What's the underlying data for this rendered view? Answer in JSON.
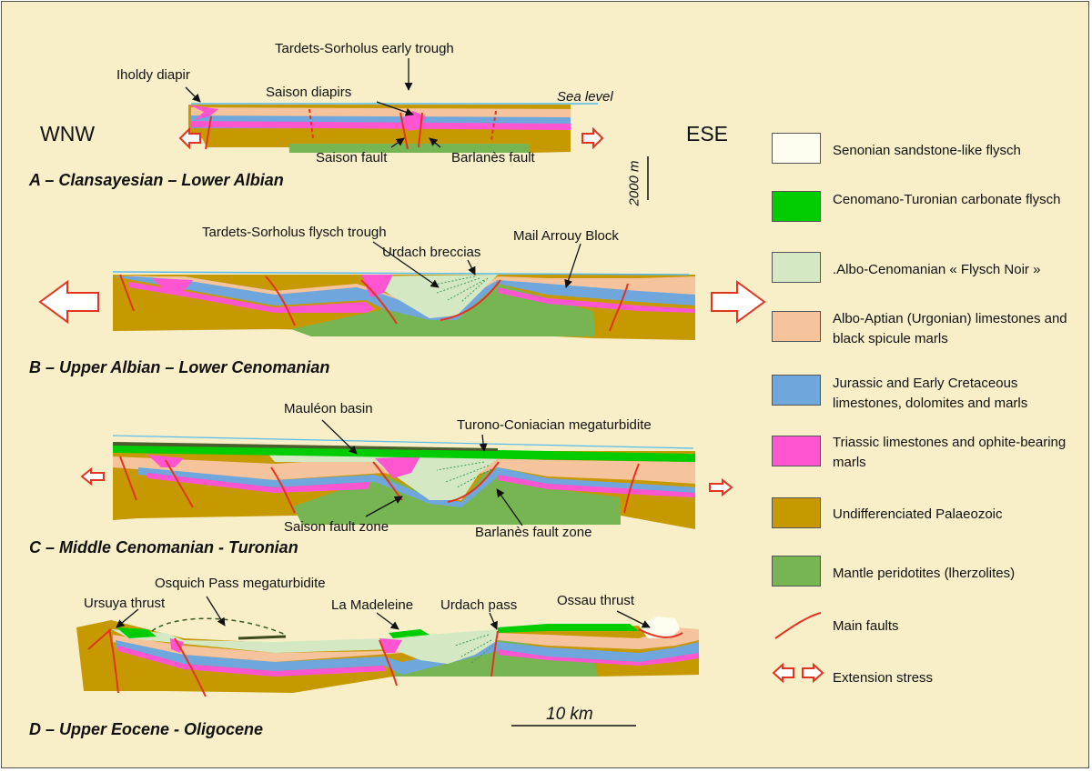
{
  "colors": {
    "senonian": "#fffdf0",
    "cenomano_turonian": "#00cc00",
    "flysch_noir": "#d4e8c4",
    "albo_aptian": "#f5c39c",
    "jurassic": "#6fa6dc",
    "triassic": "#ff55d0",
    "palaeozoic": "#c79900",
    "mantle": "#77b552",
    "fault": "#e33322",
    "sea": "#55bbee",
    "background": "#f8efc8"
  },
  "directions": {
    "west": "WNW",
    "east": "ESE"
  },
  "panels": {
    "a": {
      "title": "A – Clansayesian – Lower Albian",
      "labels": {
        "early_trough": "Tardets-Sorholus early trough",
        "iholdy": "Iholdy diapir",
        "saison_diapirs": "Saison diapirs",
        "sea_level": "Sea level",
        "saison_fault": "Saison fault",
        "barlanes_fault": "Barlanès fault"
      }
    },
    "b": {
      "title": "B – Upper Albian – Lower Cenomanian",
      "labels": {
        "flysch_trough": "Tardets-Sorholus flysch trough",
        "urdach_breccias": "Urdach breccias",
        "mail_arrouy": "Mail Arrouy Block"
      }
    },
    "c": {
      "title": "C – Middle Cenomanian - Turonian",
      "labels": {
        "mauleon": "Mauléon basin",
        "megaturbidite": "Turono-Coniacian megaturbidite",
        "saison_zone": "Saison fault zone",
        "barlanes_zone": "Barlanès fault zone"
      }
    },
    "d": {
      "title": "D – Upper Eocene - Oligocene",
      "labels": {
        "osquich": "Osquich Pass megaturbidite",
        "ursuya": "Ursuya thrust",
        "madeleine": "La Madeleine",
        "urdach_pass": "Urdach pass",
        "ossau": "Ossau thrust"
      }
    }
  },
  "scales": {
    "vertical": "2000 m",
    "horizontal": "10 km"
  },
  "legend": [
    {
      "key": "senonian",
      "label": "Senonian sandstone-like flysch"
    },
    {
      "key": "cenomano_turonian",
      "label": "Cenomano-Turonian carbonate flysch"
    },
    {
      "key": "flysch_noir",
      "label": ".Albo-Cenomanian « Flysch Noir »"
    },
    {
      "key": "albo_aptian",
      "label": "Albo-Aptian (Urgonian) limestones and black spicule marls"
    },
    {
      "key": "jurassic",
      "label": "Jurassic and Early Cretaceous limestones, dolomites and marls"
    },
    {
      "key": "triassic",
      "label": "Triassic limestones and ophite-bearing marls"
    },
    {
      "key": "palaeozoic",
      "label": "Undifferenciated Palaeozoic"
    },
    {
      "key": "mantle",
      "label": "Mantle peridotites (lherzolites)"
    }
  ],
  "legend_faults": "Main faults",
  "legend_extension": "Extension stress"
}
